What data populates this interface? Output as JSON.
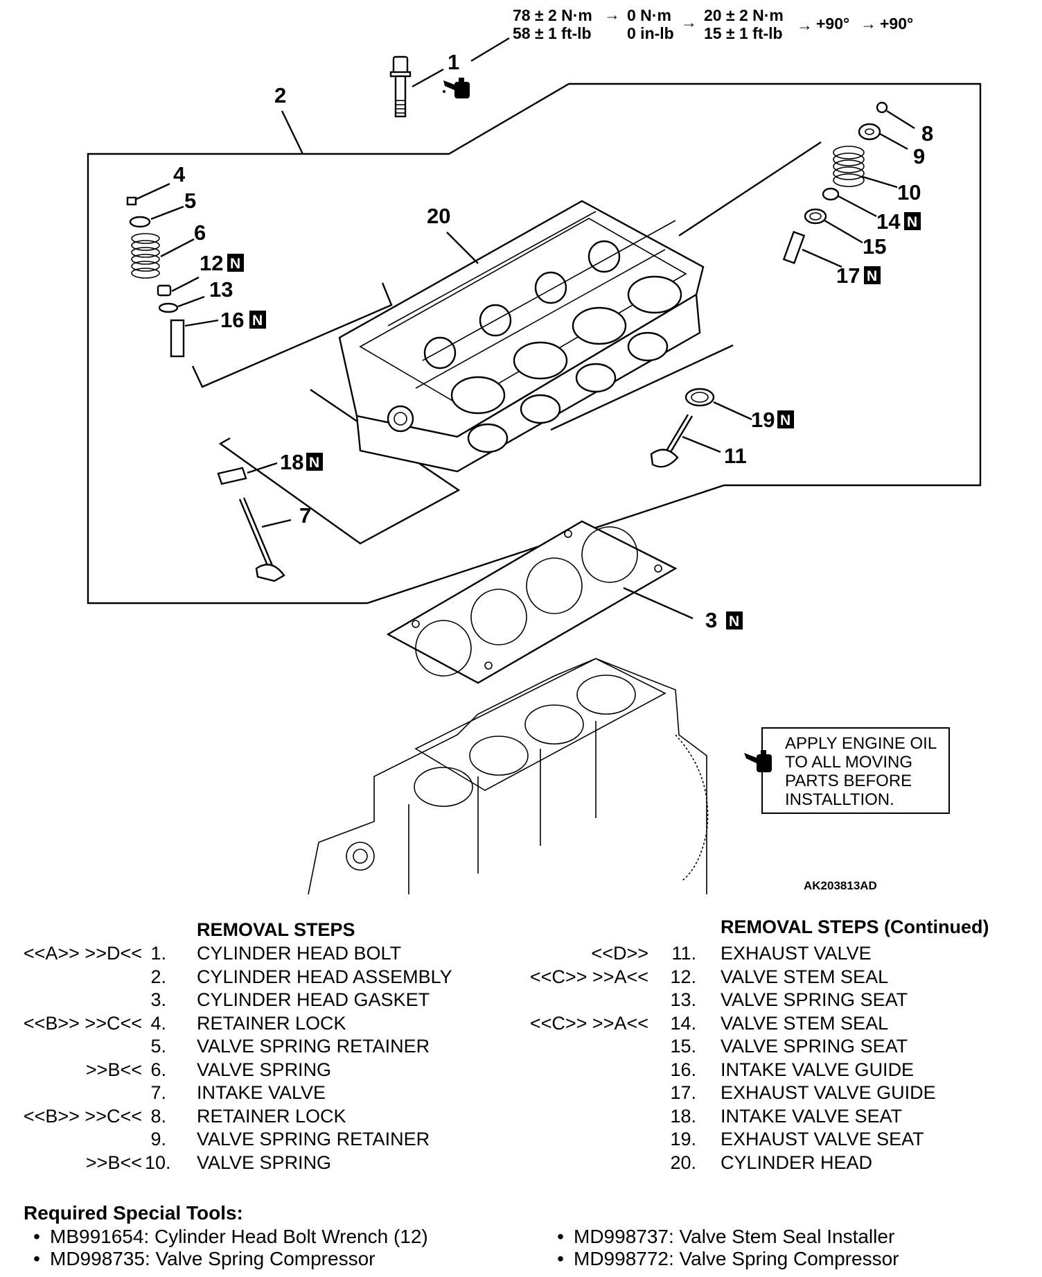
{
  "torque_spec": {
    "line1": [
      "78 ± 2 N·m",
      "0 N·m",
      "20 ± 2 N·m",
      "+90°",
      "+90°"
    ],
    "line2": [
      "58 ± 1 ft-lb",
      "0 in-lb",
      "15 ± 1 ft-lb"
    ]
  },
  "callouts": {
    "c1": "1",
    "c2": "2",
    "c3": "3",
    "c4": "4",
    "c5": "5",
    "c6": "6",
    "c7": "7",
    "c8": "8",
    "c9": "9",
    "c10": "10",
    "c11": "11",
    "c12": "12",
    "c13": "13",
    "c14": "14",
    "c15": "15",
    "c16": "16",
    "c17": "17",
    "c18": "18",
    "c19": "19",
    "c20": "20",
    "new_part_mark": "N"
  },
  "oil_note": {
    "lines": [
      "APPLY ENGINE OIL",
      "TO ALL MOVING",
      "PARTS BEFORE",
      "INSTALLTION."
    ],
    "icon": "oil-can-icon"
  },
  "figure_code": "AK203813AD",
  "removal_steps": {
    "title_left": "REMOVAL STEPS",
    "title_right": "REMOVAL STEPS (Continued)",
    "left": [
      {
        "ref": "<<A>> >>D<<",
        "num": "1.",
        "text": "CYLINDER HEAD BOLT"
      },
      {
        "ref": "",
        "num": "2.",
        "text": "CYLINDER HEAD ASSEMBLY"
      },
      {
        "ref": "",
        "num": "3.",
        "text": "CYLINDER HEAD GASKET"
      },
      {
        "ref": "<<B>> >>C<<",
        "num": "4.",
        "text": "RETAINER LOCK"
      },
      {
        "ref": "",
        "num": "5.",
        "text": "VALVE SPRING RETAINER"
      },
      {
        "ref": ">>B<<",
        "num": "6.",
        "text": "VALVE SPRING"
      },
      {
        "ref": "",
        "num": "7.",
        "text": "INTAKE VALVE"
      },
      {
        "ref": "<<B>> >>C<<",
        "num": "8.",
        "text": "RETAINER LOCK"
      },
      {
        "ref": "",
        "num": "9.",
        "text": "VALVE SPRING RETAINER"
      },
      {
        "ref": ">>B<<",
        "num": "10.",
        "text": "VALVE SPRING"
      }
    ],
    "right": [
      {
        "ref": "<<D>>",
        "num": "11.",
        "text": "EXHAUST VALVE"
      },
      {
        "ref": "<<C>> >>A<<",
        "num": "12.",
        "text": "VALVE STEM SEAL"
      },
      {
        "ref": "",
        "num": "13.",
        "text": "VALVE SPRING SEAT"
      },
      {
        "ref": "<<C>> >>A<<",
        "num": "14.",
        "text": "VALVE STEM SEAL"
      },
      {
        "ref": "",
        "num": "15.",
        "text": "VALVE SPRING SEAT"
      },
      {
        "ref": "",
        "num": "16.",
        "text": "INTAKE VALVE GUIDE"
      },
      {
        "ref": "",
        "num": "17.",
        "text": "EXHAUST VALVE GUIDE"
      },
      {
        "ref": "",
        "num": "18.",
        "text": "INTAKE VALVE SEAT"
      },
      {
        "ref": "",
        "num": "19.",
        "text": "EXHAUST VALVE SEAT"
      },
      {
        "ref": "",
        "num": "20.",
        "text": "CYLINDER HEAD"
      }
    ]
  },
  "special_tools": {
    "heading": "Required Special Tools:",
    "items": [
      "MB991654: Cylinder Head Bolt Wrench (12)",
      "MD998735: Valve Spring Compressor",
      "MD998737: Valve Stem Seal Installer",
      "MD998772: Valve Spring Compressor"
    ]
  }
}
